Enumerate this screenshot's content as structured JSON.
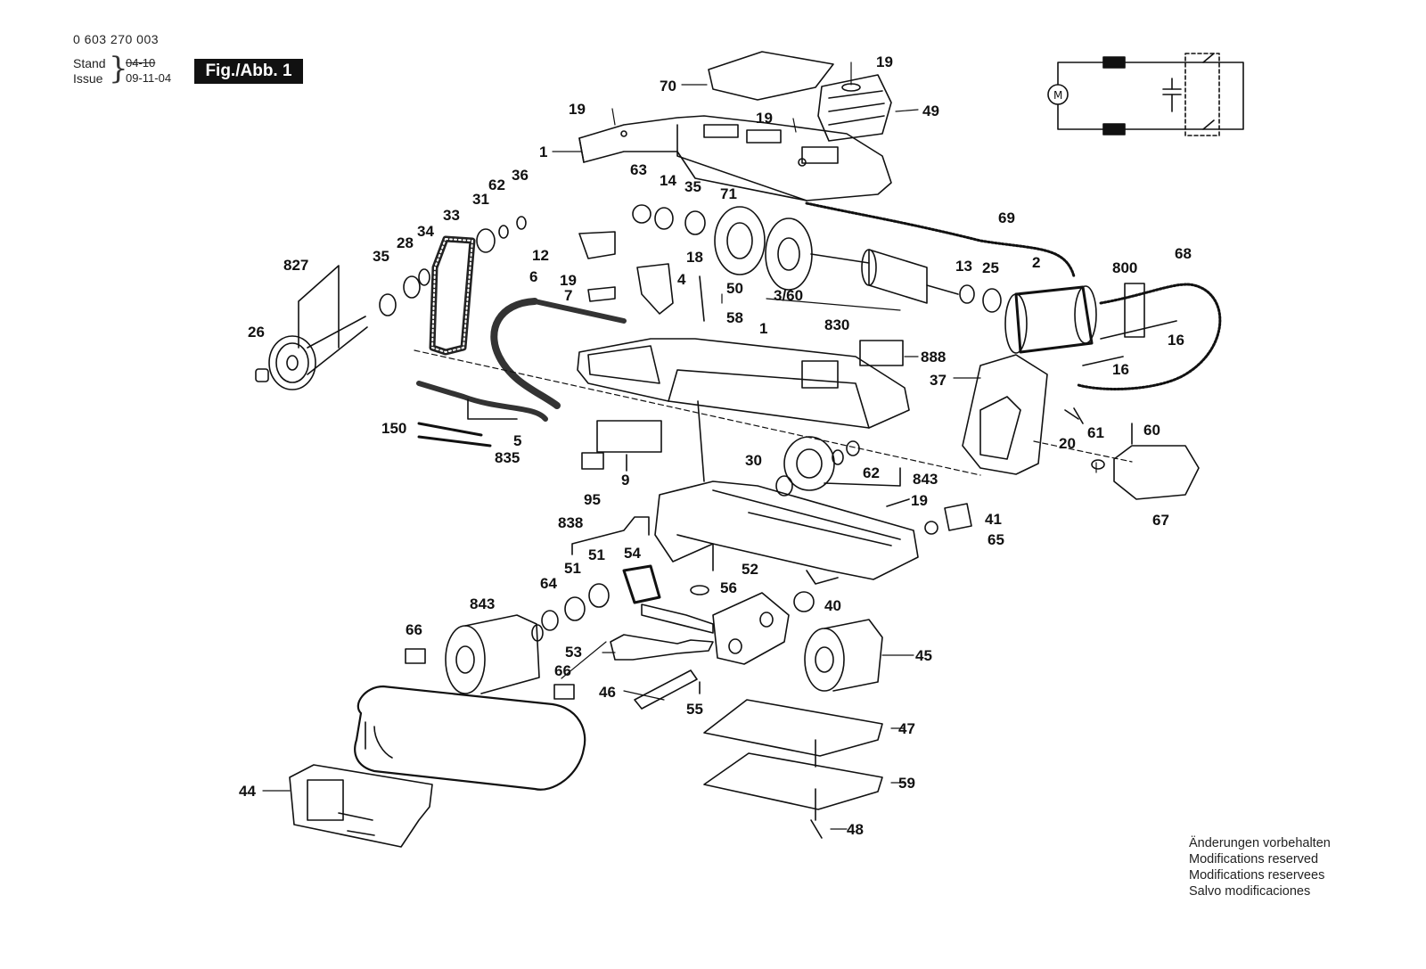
{
  "header": {
    "part_number": "0 603 270 003",
    "stand_label": "Stand",
    "stand_value": "04-10",
    "issue_label": "Issue",
    "issue_value": "09-11-04",
    "figure_label": "Fig./Abb. 1"
  },
  "notes": [
    "Änderungen vorbehalten",
    "Modifications reserved",
    "Modifications reservees",
    "Salvo modificaciones"
  ],
  "callouts": [
    {
      "id": "c-19a",
      "text": "19"
    },
    {
      "id": "c-70",
      "text": "70"
    },
    {
      "id": "c-49",
      "text": "49"
    },
    {
      "id": "c-19b",
      "text": "19"
    },
    {
      "id": "c-19c",
      "text": "19"
    },
    {
      "id": "c-1a",
      "text": "1"
    },
    {
      "id": "c-63",
      "text": "63"
    },
    {
      "id": "c-14",
      "text": "14"
    },
    {
      "id": "c-35a",
      "text": "35"
    },
    {
      "id": "c-71",
      "text": "71"
    },
    {
      "id": "c-69",
      "text": "69"
    },
    {
      "id": "c-36",
      "text": "36"
    },
    {
      "id": "c-62a",
      "text": "62"
    },
    {
      "id": "c-31",
      "text": "31"
    },
    {
      "id": "c-33",
      "text": "33"
    },
    {
      "id": "c-34",
      "text": "34"
    },
    {
      "id": "c-28",
      "text": "28"
    },
    {
      "id": "c-35b",
      "text": "35"
    },
    {
      "id": "c-827",
      "text": "827"
    },
    {
      "id": "c-12",
      "text": "12"
    },
    {
      "id": "c-18",
      "text": "18"
    },
    {
      "id": "c-6",
      "text": "6"
    },
    {
      "id": "c-19d",
      "text": "19"
    },
    {
      "id": "c-4",
      "text": "4"
    },
    {
      "id": "c-7",
      "text": "7"
    },
    {
      "id": "c-50",
      "text": "50"
    },
    {
      "id": "c-58",
      "text": "58"
    },
    {
      "id": "c-3-60",
      "text": "3/60"
    },
    {
      "id": "c-830",
      "text": "830"
    },
    {
      "id": "c-13",
      "text": "13"
    },
    {
      "id": "c-25",
      "text": "25"
    },
    {
      "id": "c-2",
      "text": "2"
    },
    {
      "id": "c-800",
      "text": "800"
    },
    {
      "id": "c-68",
      "text": "68"
    },
    {
      "id": "c-16a",
      "text": "16"
    },
    {
      "id": "c-16b",
      "text": "16"
    },
    {
      "id": "c-26",
      "text": "26"
    },
    {
      "id": "c-1b",
      "text": "1"
    },
    {
      "id": "c-888",
      "text": "888"
    },
    {
      "id": "c-37",
      "text": "37"
    },
    {
      "id": "c-20",
      "text": "20"
    },
    {
      "id": "c-61",
      "text": "61"
    },
    {
      "id": "c-60",
      "text": "60"
    },
    {
      "id": "c-150",
      "text": "150"
    },
    {
      "id": "c-5",
      "text": "5"
    },
    {
      "id": "c-835",
      "text": "835"
    },
    {
      "id": "c-30",
      "text": "30"
    },
    {
      "id": "c-62b",
      "text": "62"
    },
    {
      "id": "c-843a",
      "text": "843"
    },
    {
      "id": "c-9",
      "text": "9"
    },
    {
      "id": "c-95",
      "text": "95"
    },
    {
      "id": "c-19e",
      "text": "19"
    },
    {
      "id": "c-41",
      "text": "41"
    },
    {
      "id": "c-65",
      "text": "65"
    },
    {
      "id": "c-67",
      "text": "67"
    },
    {
      "id": "c-838",
      "text": "838"
    },
    {
      "id": "c-54",
      "text": "54"
    },
    {
      "id": "c-51a",
      "text": "51"
    },
    {
      "id": "c-51b",
      "text": "51"
    },
    {
      "id": "c-52",
      "text": "52"
    },
    {
      "id": "c-56",
      "text": "56"
    },
    {
      "id": "c-64",
      "text": "64"
    },
    {
      "id": "c-40",
      "text": "40"
    },
    {
      "id": "c-843b",
      "text": "843"
    },
    {
      "id": "c-66a",
      "text": "66"
    },
    {
      "id": "c-53",
      "text": "53"
    },
    {
      "id": "c-45",
      "text": "45"
    },
    {
      "id": "c-66b",
      "text": "66"
    },
    {
      "id": "c-46",
      "text": "46"
    },
    {
      "id": "c-55",
      "text": "55"
    },
    {
      "id": "c-47",
      "text": "47"
    },
    {
      "id": "c-44",
      "text": "44"
    },
    {
      "id": "c-59",
      "text": "59"
    },
    {
      "id": "c-48",
      "text": "48"
    }
  ]
}
